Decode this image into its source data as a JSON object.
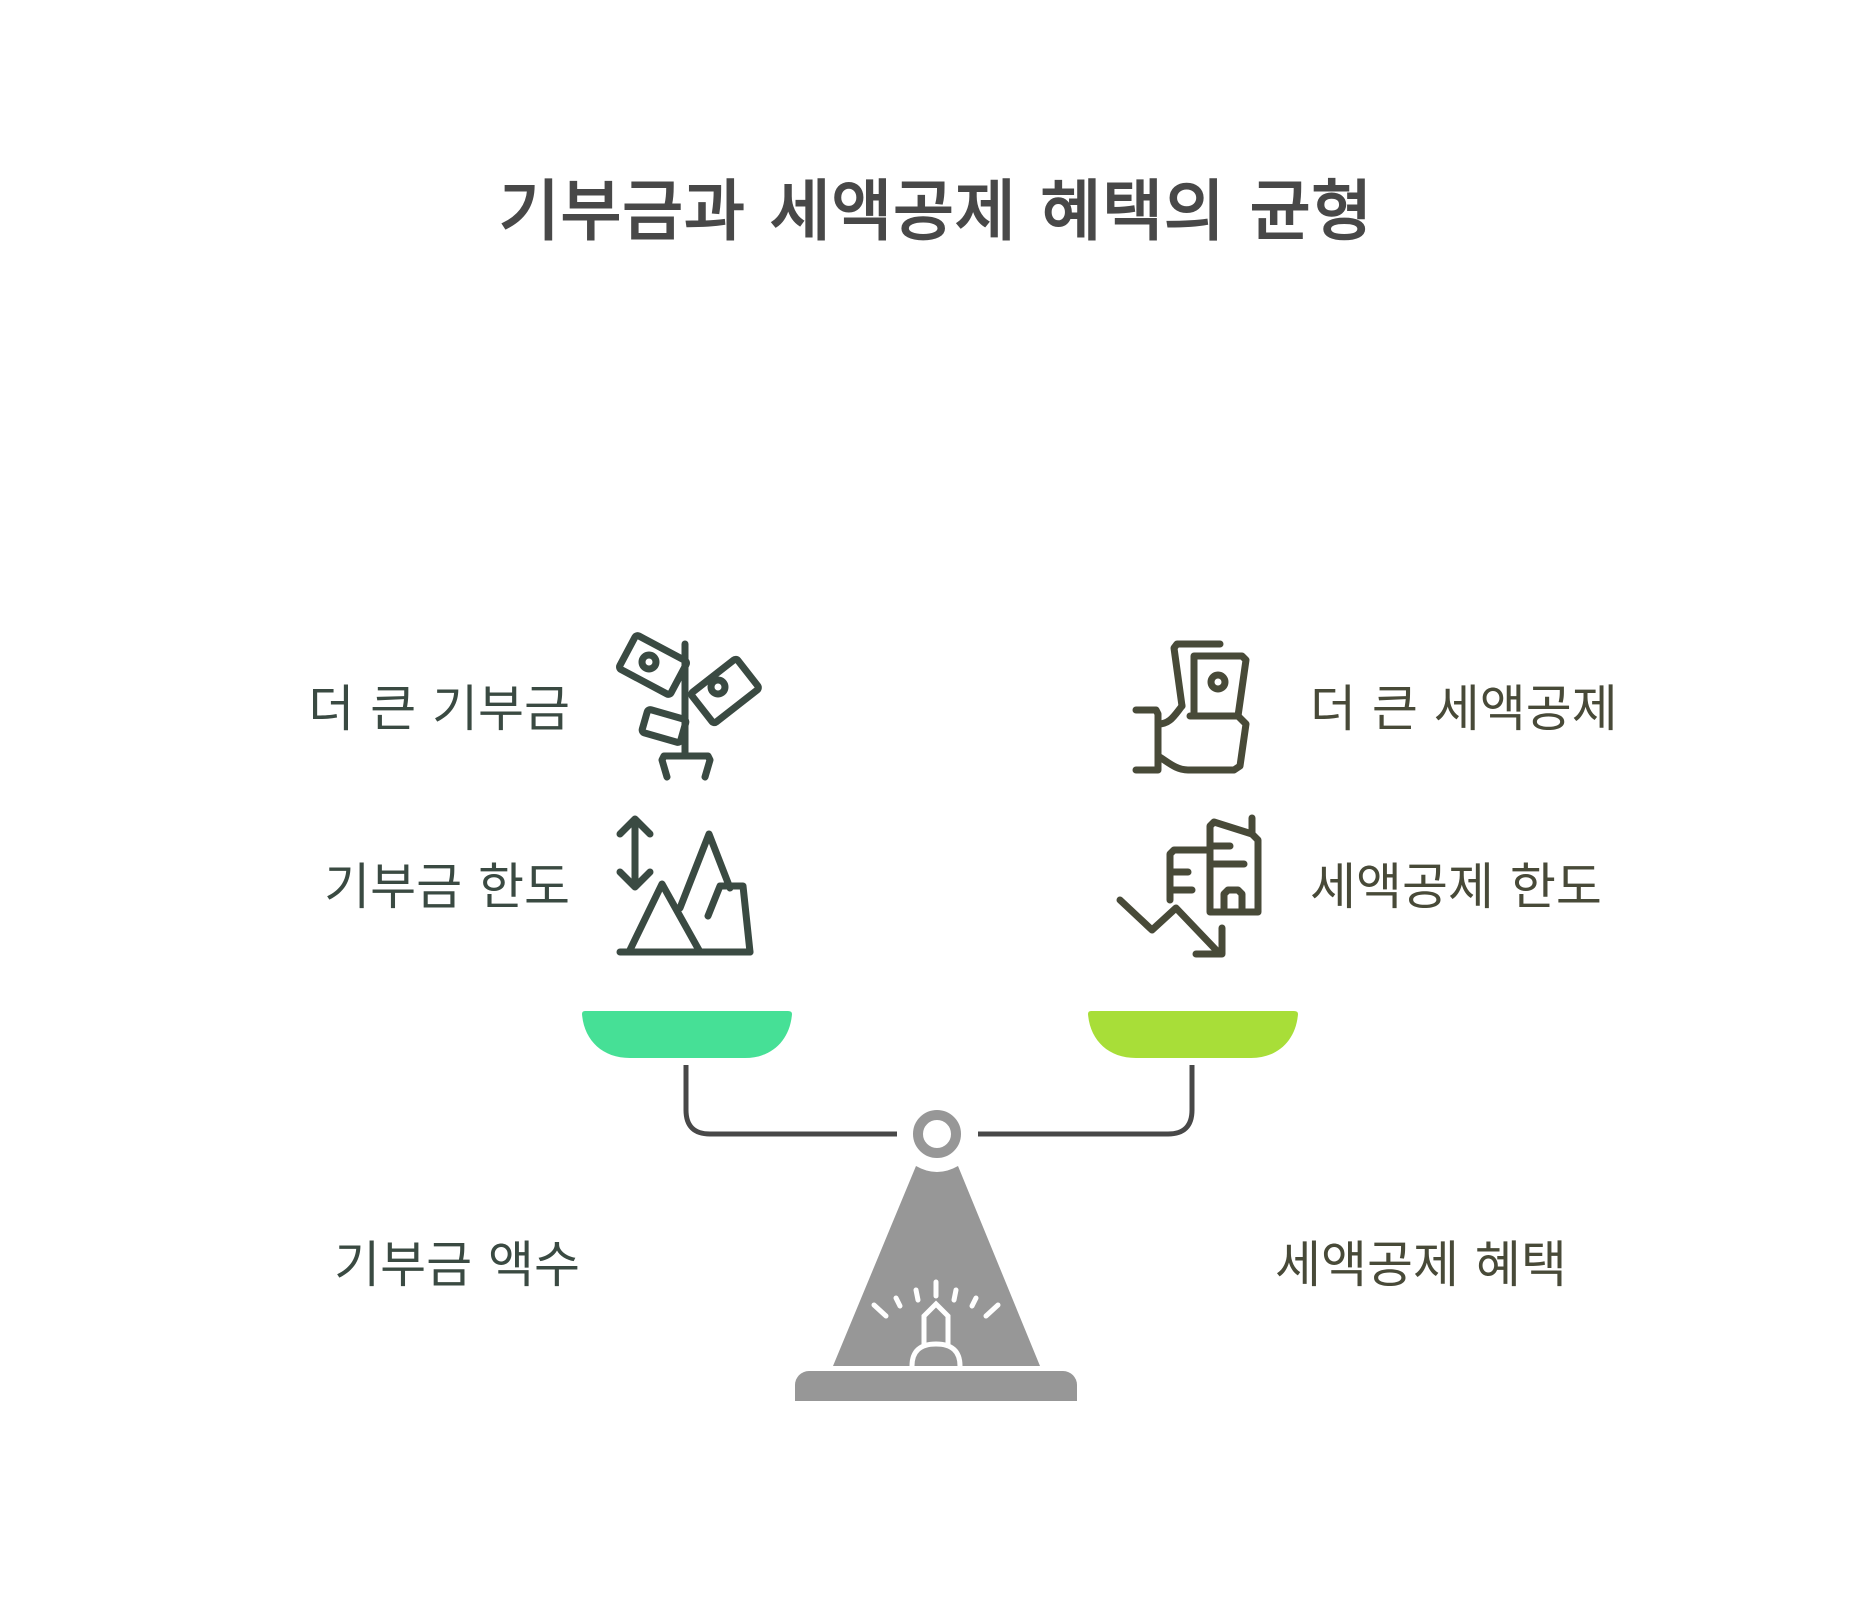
{
  "title": "기부금과 세액공제 혜택의 균형",
  "left": {
    "items": [
      {
        "label": "더 큰 기부금",
        "icon": "money-tree-icon"
      },
      {
        "label": "기부금 한도",
        "icon": "mountain-height-icon"
      }
    ],
    "bottom_label": "기부금 액수",
    "pan_color": "#46E096",
    "text_color": "#3A4A42"
  },
  "right": {
    "items": [
      {
        "label": "더 큰 세액공제",
        "icon": "hand-holding-money-icon"
      },
      {
        "label": "세액공제 한도",
        "icon": "building-declining-chart-icon"
      }
    ],
    "bottom_label": "세액공제 혜택",
    "pan_color": "#A8DE38",
    "text_color": "#484A38"
  },
  "scale": {
    "beam_color": "#484848",
    "stand_color": "#979797",
    "stand_icon": "light-bulb-icon"
  }
}
